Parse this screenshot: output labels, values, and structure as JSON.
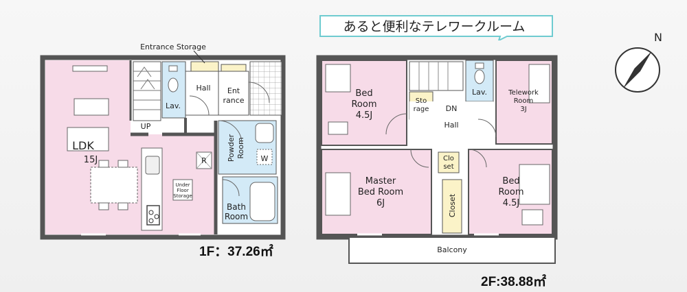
{
  "callout": "あると便利なテレワークルーム",
  "floor1": {
    "area": "1F：37.26㎡",
    "rooms": {
      "ldk": "LDK",
      "ldk_size": "15J",
      "up": "UP",
      "lav": "Lav.",
      "hall": "Hall",
      "entrance_storage": "Entrance Storage",
      "entrance_1": "Ent",
      "entrance_2": "rance",
      "powder_room_1": "Powder",
      "powder_room_2": "Room",
      "w": "W",
      "r": "R",
      "under_floor_1": "Under",
      "under_floor_2": "Floor",
      "under_floor_3": "Storage",
      "bath_1": "Bath",
      "bath_2": "Room"
    }
  },
  "floor2": {
    "area": "2F:38.88㎡",
    "rooms": {
      "bed1_1": "Bed",
      "bed1_2": "Room",
      "bed1_size": "4.5J",
      "storage_1": "Sto",
      "storage_2": "rage",
      "dn": "DN",
      "hall": "Hall",
      "lav": "Lav.",
      "telework_1": "Telework",
      "telework_2": "Room",
      "telework_size": "3J",
      "closet_small_1": "Clo",
      "closet_small_2": "set",
      "master_1": "Master",
      "master_2": "Bed Room",
      "master_size": "6J",
      "closet": "Closet",
      "bed2_1": "Bed",
      "bed2_2": "Room",
      "bed2_size": "4.5J",
      "balcony": "Balcony"
    }
  },
  "compass_label": "N",
  "colors": {
    "room_pink": "#f7dbe8",
    "wet_blue": "#d3eaf7",
    "storage_yellow": "#fbf3c8",
    "wall": "#555555",
    "callout_border": "#6ecbd0"
  }
}
